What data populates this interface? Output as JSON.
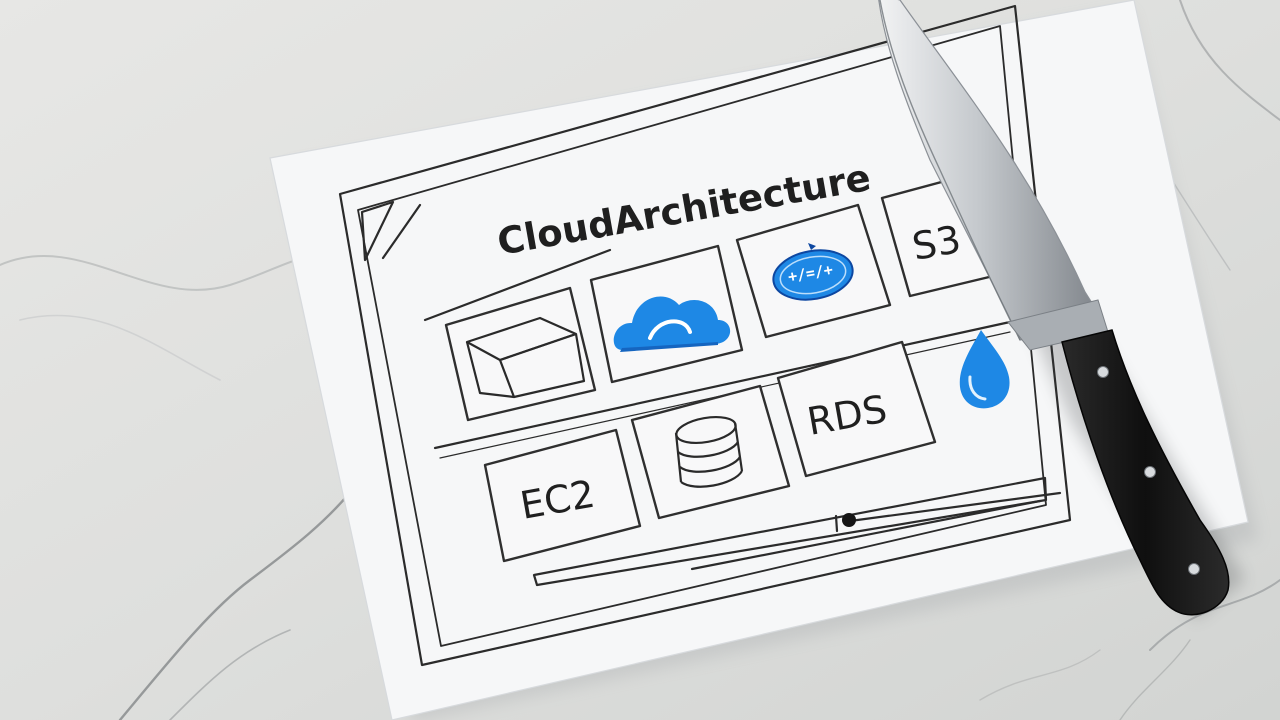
{
  "scene": {
    "title": "CloudArchitecture",
    "cards": {
      "ec2": "EC2",
      "rds": "RDS",
      "s3": "S3"
    },
    "badge_text": "+/=/+",
    "icons": {
      "box": "box-icon",
      "cloud": "cloud-icon",
      "badge": "oval-badge-icon",
      "database": "database-stack-icon",
      "water": "water-drop-icon",
      "knife": "kitchen-knife"
    },
    "colors": {
      "accent_blue": "#1e88e5",
      "ink": "#1f1f1f",
      "paper": "#f6f7f8",
      "marble": "#e6e6e4",
      "knife_handle": "#151515"
    }
  }
}
